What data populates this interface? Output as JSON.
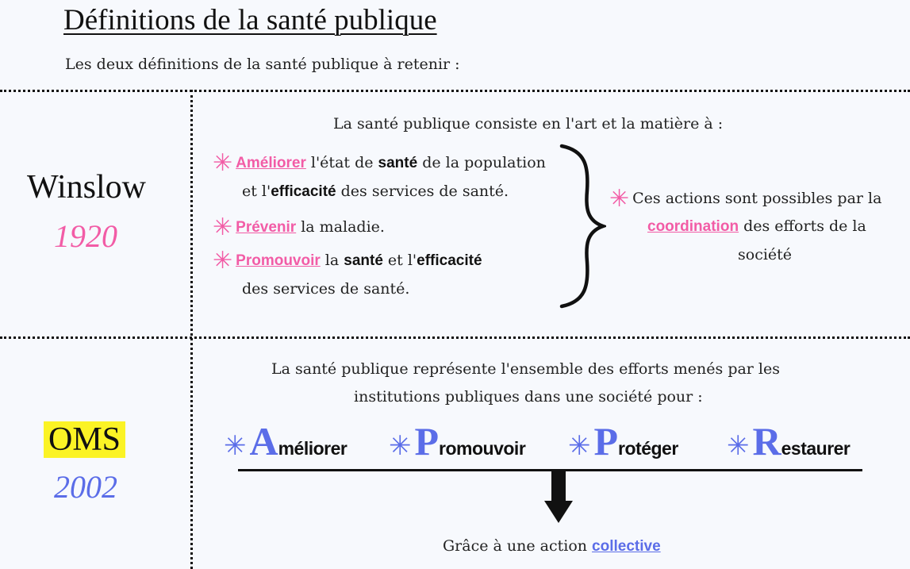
{
  "title": "Définitions de la santé publique",
  "subtitle": "Les deux définitions de la santé publique à retenir  :",
  "colors": {
    "pink": "#f25ca6",
    "blue": "#5b6de8",
    "highlight": "#fbf325"
  },
  "winslow": {
    "name": "Winslow",
    "year": "1920",
    "intro": "La santé publique consiste en l'art et la matière à :",
    "items": [
      {
        "keyword": "Améliorer",
        "t1": " l'état de ",
        "b1": "santé",
        "t2": " de la population",
        "line2_t1": "et l'",
        "line2_b1": "efficacité",
        "line2_t2": " des services de santé."
      },
      {
        "keyword": "Prévenir",
        "t1": " la maladie."
      },
      {
        "keyword": "Promouvoir",
        "t1": " la ",
        "b1": "santé",
        "t2": " et l'",
        "b2": "efficacité",
        "line2": "des services de santé."
      }
    ],
    "conclusion": {
      "line1": "Ces actions sont possibles par la",
      "keyword": "coordination",
      "line2_rest": " des efforts de la",
      "line3": "société"
    }
  },
  "oms": {
    "name": "OMS",
    "year": "2002",
    "intro_line1": "La santé publique représente l'ensemble des efforts menés par les",
    "intro_line2": "institutions publiques dans une société pour :",
    "actions": [
      {
        "letter": "A",
        "rest": "méliorer"
      },
      {
        "letter": "P",
        "rest": "romouvoir"
      },
      {
        "letter": "P",
        "rest": "rotéger"
      },
      {
        "letter": "R",
        "rest": "estaurer"
      }
    ],
    "footer_text": "Grâce à une action ",
    "footer_keyword": "collective"
  },
  "icons": {
    "star": "asterisk-star-icon",
    "brace": "right-curly-brace-icon",
    "arrow": "down-arrow-icon"
  }
}
